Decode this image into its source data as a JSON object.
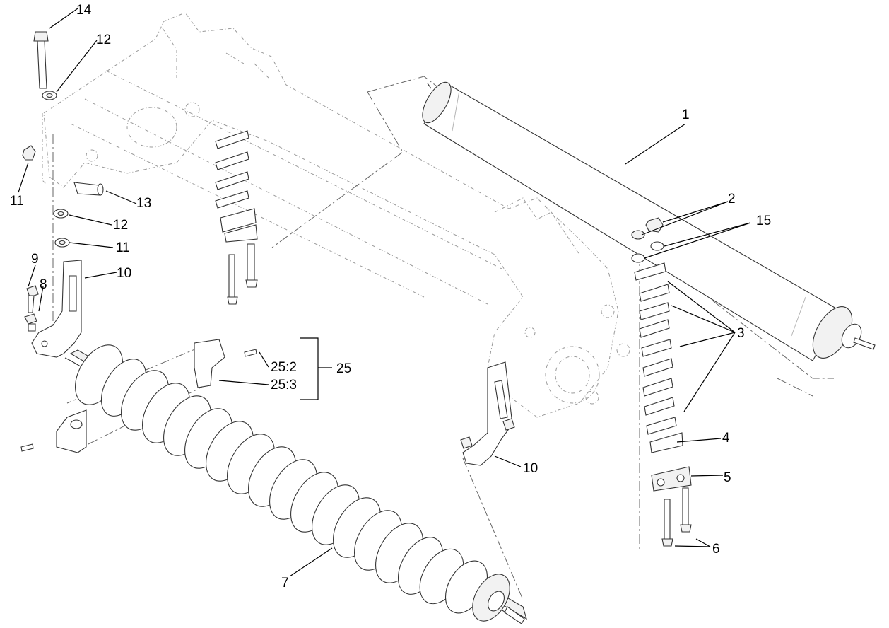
{
  "callouts": {
    "c1": "1",
    "c2": "2",
    "c3": "3",
    "c4": "4",
    "c5": "5",
    "c6": "6",
    "c7": "7",
    "c8": "8",
    "c9": "9",
    "c10a": "10",
    "c10b": "10",
    "c11a": "11",
    "c11b": "11",
    "c12a": "12",
    "c12b": "12",
    "c13": "13",
    "c14": "14",
    "c15": "15",
    "c25": "25",
    "c25_2": "25:2",
    "c25_3": "25:3"
  }
}
